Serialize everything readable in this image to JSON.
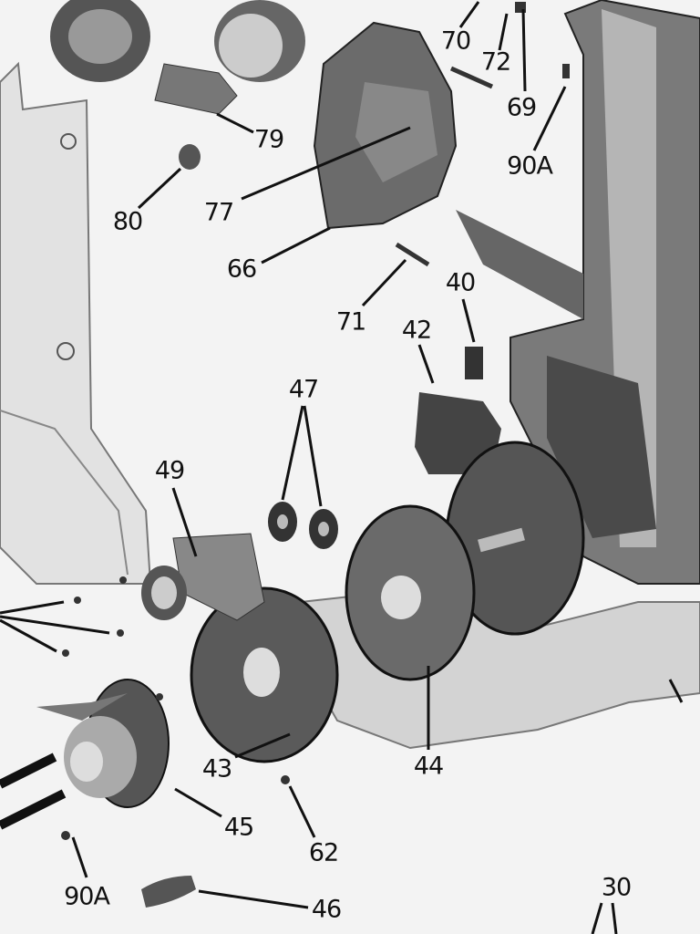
{
  "diagram": {
    "type": "exploded parts diagram",
    "part_labels": {
      "p70": "70",
      "p72": "72",
      "p69": "69",
      "p90a_top": "90A",
      "p79": "79",
      "p77": "77",
      "p80": "80",
      "p66": "66",
      "p71": "71",
      "p40": "40",
      "p42": "42",
      "p47": "47",
      "p49": "49",
      "p44": "44",
      "p43": "43",
      "p45": "45",
      "p62": "62",
      "p90a_bottom": "90A",
      "p46": "46",
      "p30": "30"
    },
    "colors": {
      "background": "#f3f3f3",
      "part_dark": "#3a3a3a",
      "part_mid": "#8a8a8a",
      "part_light": "#d8d8d8",
      "ink": "#111111"
    }
  }
}
